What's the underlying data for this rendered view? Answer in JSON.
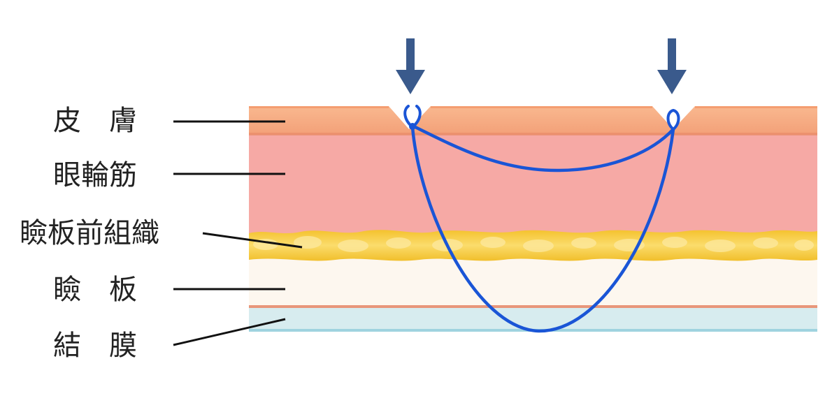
{
  "labels": {
    "skin": "皮　膚",
    "orbicularis": "眼輪筋",
    "pretarsal": "瞼板前組織",
    "tarsus": "瞼　板",
    "conjunctiva": "結　膜"
  },
  "colors": {
    "skin": "#f6a77c",
    "skin_top": "#f8b189",
    "muscle": "#f6a9a5",
    "fat": "#f5cc3c",
    "fat_light": "#fbe27a",
    "tarsus": "#fdf7ef",
    "tarsus_line": "#e8967a",
    "conjunctiva": "#d6ecee",
    "conjunctiva_line": "#9fd3df",
    "thread": "#1a55d6",
    "arrow": "#3a5a8c",
    "leader": "#111111"
  },
  "icons": {
    "needle_arrow": "arrow-down-icon"
  }
}
